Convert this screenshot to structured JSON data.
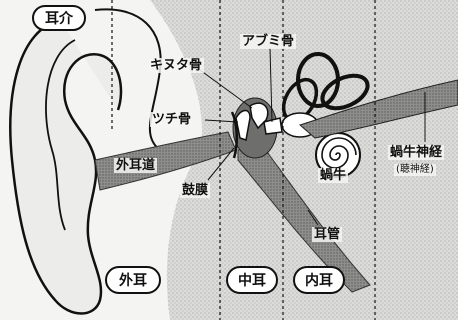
{
  "labels": {
    "pinna": "耳介",
    "stapes": "アブミ骨",
    "incus": "キヌタ骨",
    "malleus": "ツチ骨",
    "ear_canal": "外耳道",
    "eardrum": "鼓膜",
    "cochlea": "蝸牛",
    "cochlear_nerve": "蝸牛神経",
    "auditory_nerve_note": "(聴神経)",
    "eustachian_tube": "耳管"
  },
  "regions": {
    "outer_ear": "外耳",
    "middle_ear": "中耳",
    "inner_ear": "内耳"
  }
}
